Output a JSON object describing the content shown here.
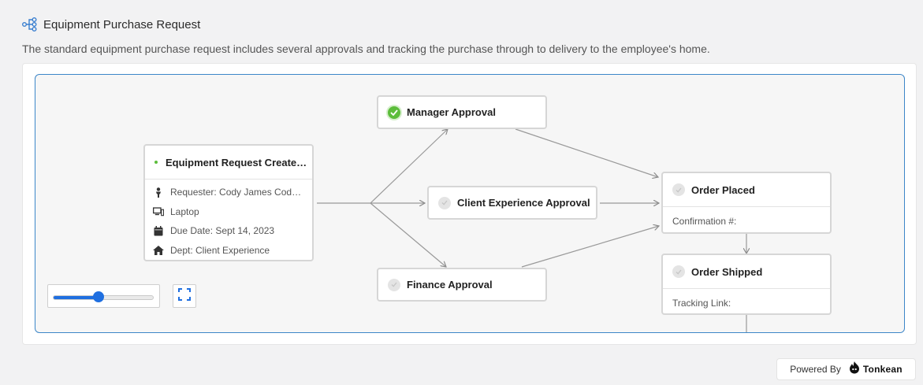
{
  "header": {
    "title": "Equipment Purchase Request",
    "description": "The standard equipment purchase request includes several approvals and tracking the purchase through to delivery to the employee's home."
  },
  "workflow": {
    "start_node": {
      "title": "Equipment Request Created ...",
      "status": "active",
      "fields": [
        {
          "icon": "person-icon",
          "text": "Requester: Cody James Cody J..."
        },
        {
          "icon": "computer-icon",
          "text": "Laptop"
        },
        {
          "icon": "calendar-icon",
          "text": "Due Date: Sept 14, 2023"
        },
        {
          "icon": "home-icon",
          "text": "Dept: Client Experience"
        }
      ]
    },
    "manager_approval": {
      "title": "Manager Approval",
      "status": "completed"
    },
    "client_experience_approval": {
      "title": "Client Experience Approval",
      "status": "pending"
    },
    "finance_approval": {
      "title": "Finance Approval",
      "status": "pending"
    },
    "order_placed": {
      "title": "Order Placed",
      "status": "pending",
      "field": "Confirmation #:"
    },
    "order_shipped": {
      "title": "Order Shipped",
      "status": "pending",
      "field": "Tracking Link:"
    }
  },
  "controls": {
    "zoom_level": 0.45,
    "fit_icon": "fit-to-screen-icon"
  },
  "footer": {
    "powered_by": "Powered By",
    "brand": "Tonkean"
  },
  "colors": {
    "accent": "#1f6fe0",
    "success": "#5cbd3b",
    "border_focus": "#3c86c8"
  }
}
